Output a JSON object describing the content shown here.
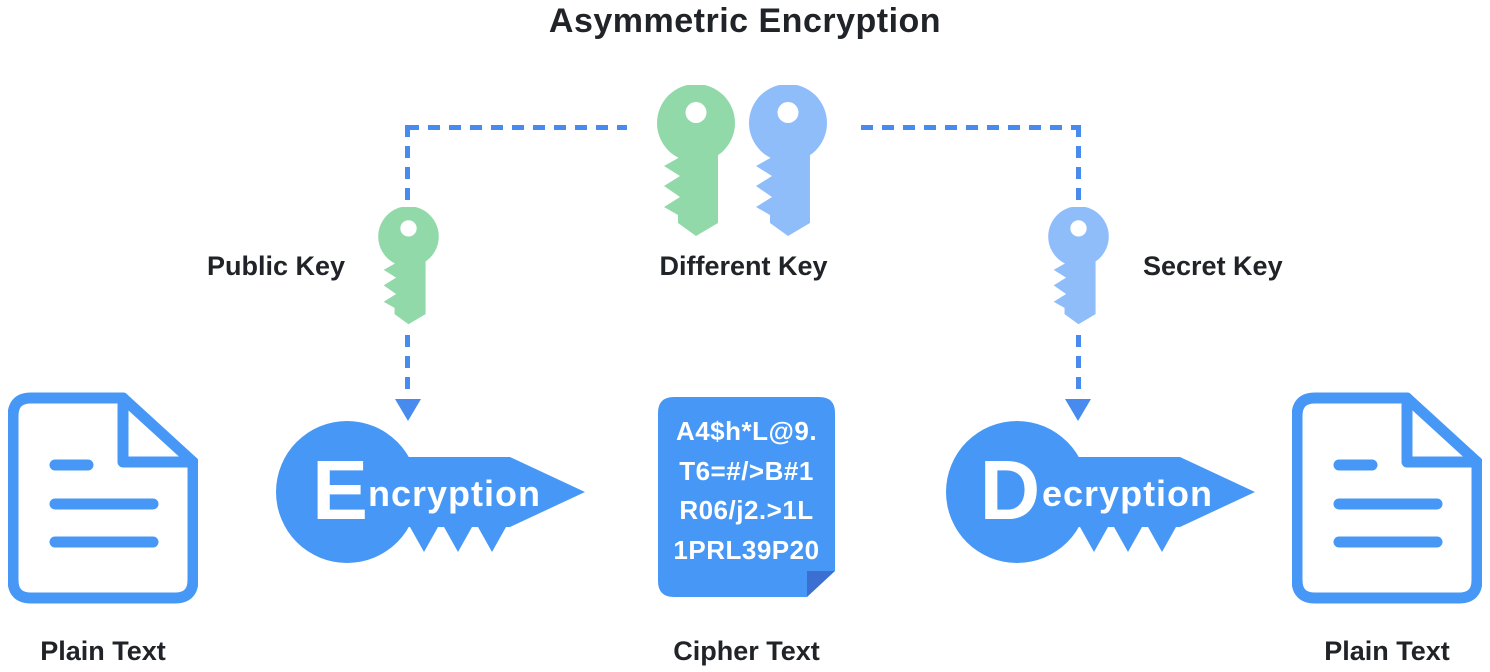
{
  "title": "Asymmetric Encryption",
  "colors": {
    "blue": "#4798F6",
    "light_blue": "#8FBDF9",
    "green": "#92D9AA",
    "dash_blue": "#478BEE",
    "fold_blue": "#3B70D2",
    "text": "#202327"
  },
  "key_pair": {
    "label": "Different Key",
    "icons": [
      "green-key-icon",
      "blue-key-icon"
    ]
  },
  "public_key": {
    "label": "Public Key",
    "icon": "green-key-icon"
  },
  "secret_key": {
    "label": "Secret Key",
    "icon": "blue-key-icon"
  },
  "encryption": {
    "initial": "E",
    "rest": "ncryption",
    "icon": "right-key-shape"
  },
  "decryption": {
    "initial": "D",
    "rest": "ecryption",
    "icon": "right-key-shape"
  },
  "cipher": {
    "label": "Cipher Text",
    "icon": "note-with-folded-corner-icon",
    "lines": [
      "A4$h*L@9.",
      "T6=#/>B#1",
      "R06/j2.>1L",
      "1PRL39P20"
    ]
  },
  "plain_left": {
    "label": "Plain Text",
    "icon": "document-icon"
  },
  "plain_right": {
    "label": "Plain Text",
    "icon": "document-icon"
  },
  "connectors": {
    "style": "dashed",
    "arrow": "down"
  }
}
